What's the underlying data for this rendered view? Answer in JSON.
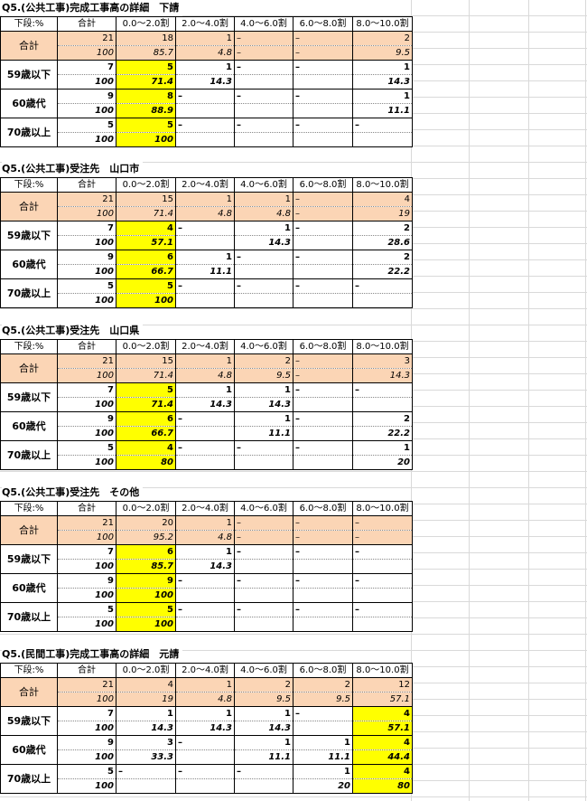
{
  "header": {
    "corner": "下段:%",
    "total": "合計",
    "ranges": [
      "0.0〜2.0割",
      "2.0〜4.0割",
      "4.0〜6.0割",
      "6.0〜8.0割",
      "8.0〜10.0割"
    ]
  },
  "sections": [
    {
      "title": "Q5.(公共工事)完成工事高の詳細　下請",
      "rows": [
        {
          "label": "合計",
          "total": [
            "21",
            "100"
          ],
          "cells": [
            [
              "18",
              "85.7"
            ],
            [
              "1",
              "4.8"
            ],
            [
              "–",
              "–"
            ],
            [
              "–",
              "–"
            ],
            [
              "2",
              "9.5"
            ]
          ]
        },
        {
          "label": "59歳以下",
          "total": [
            "7",
            "100"
          ],
          "cells": [
            [
              "5",
              "71.4"
            ],
            [
              "1",
              "14.3"
            ],
            [
              "–",
              ""
            ],
            [
              "–",
              ""
            ],
            [
              "1",
              "14.3"
            ]
          ]
        },
        {
          "label": "60歳代",
          "total": [
            "9",
            "100"
          ],
          "cells": [
            [
              "8",
              "88.9"
            ],
            [
              "–",
              ""
            ],
            [
              "–",
              ""
            ],
            [
              "–",
              ""
            ],
            [
              "1",
              "11.1"
            ]
          ]
        },
        {
          "label": "70歳以上",
          "total": [
            "5",
            "100"
          ],
          "cells": [
            [
              "5",
              "100"
            ],
            [
              "–",
              ""
            ],
            [
              "–",
              ""
            ],
            [
              "–",
              ""
            ],
            [
              "–",
              ""
            ]
          ]
        }
      ]
    },
    {
      "title": "Q5.(公共工事)受注先　山口市",
      "rows": [
        {
          "label": "合計",
          "total": [
            "21",
            "100"
          ],
          "cells": [
            [
              "15",
              "71.4"
            ],
            [
              "1",
              "4.8"
            ],
            [
              "1",
              "4.8"
            ],
            [
              "–",
              "–"
            ],
            [
              "4",
              "19"
            ]
          ]
        },
        {
          "label": "59歳以下",
          "total": [
            "7",
            "100"
          ],
          "cells": [
            [
              "4",
              "57.1"
            ],
            [
              "–",
              ""
            ],
            [
              "1",
              "14.3"
            ],
            [
              "–",
              ""
            ],
            [
              "2",
              "28.6"
            ]
          ]
        },
        {
          "label": "60歳代",
          "total": [
            "9",
            "100"
          ],
          "cells": [
            [
              "6",
              "66.7"
            ],
            [
              "1",
              "11.1"
            ],
            [
              "–",
              ""
            ],
            [
              "–",
              ""
            ],
            [
              "2",
              "22.2"
            ]
          ]
        },
        {
          "label": "70歳以上",
          "total": [
            "5",
            "100"
          ],
          "cells": [
            [
              "5",
              "100"
            ],
            [
              "–",
              ""
            ],
            [
              "–",
              ""
            ],
            [
              "–",
              ""
            ],
            [
              "–",
              ""
            ]
          ]
        }
      ]
    },
    {
      "title": "Q5.(公共工事)受注先　山口県",
      "rows": [
        {
          "label": "合計",
          "total": [
            "21",
            "100"
          ],
          "cells": [
            [
              "15",
              "71.4"
            ],
            [
              "1",
              "4.8"
            ],
            [
              "2",
              "9.5"
            ],
            [
              "–",
              "–"
            ],
            [
              "3",
              "14.3"
            ]
          ]
        },
        {
          "label": "59歳以下",
          "total": [
            "7",
            "100"
          ],
          "cells": [
            [
              "5",
              "71.4"
            ],
            [
              "1",
              "14.3"
            ],
            [
              "1",
              "14.3"
            ],
            [
              "–",
              ""
            ],
            [
              "–",
              ""
            ]
          ]
        },
        {
          "label": "60歳代",
          "total": [
            "9",
            "100"
          ],
          "cells": [
            [
              "6",
              "66.7"
            ],
            [
              "–",
              ""
            ],
            [
              "1",
              "11.1"
            ],
            [
              "–",
              ""
            ],
            [
              "2",
              "22.2"
            ]
          ]
        },
        {
          "label": "70歳以上",
          "total": [
            "5",
            "100"
          ],
          "cells": [
            [
              "4",
              "80"
            ],
            [
              "–",
              ""
            ],
            [
              "–",
              ""
            ],
            [
              "–",
              ""
            ],
            [
              "1",
              "20"
            ]
          ]
        }
      ]
    },
    {
      "title": "Q5.(公共工事)受注先　その他",
      "rows": [
        {
          "label": "合計",
          "total": [
            "21",
            "100"
          ],
          "cells": [
            [
              "20",
              "95.2"
            ],
            [
              "1",
              "4.8"
            ],
            [
              "–",
              "–"
            ],
            [
              "–",
              "–"
            ],
            [
              "–",
              "–"
            ]
          ]
        },
        {
          "label": "59歳以下",
          "total": [
            "7",
            "100"
          ],
          "cells": [
            [
              "6",
              "85.7"
            ],
            [
              "1",
              "14.3"
            ],
            [
              "–",
              ""
            ],
            [
              "–",
              ""
            ],
            [
              "–",
              ""
            ]
          ]
        },
        {
          "label": "60歳代",
          "total": [
            "9",
            "100"
          ],
          "cells": [
            [
              "9",
              "100"
            ],
            [
              "–",
              ""
            ],
            [
              "–",
              ""
            ],
            [
              "–",
              ""
            ],
            [
              "–",
              ""
            ]
          ]
        },
        {
          "label": "70歳以上",
          "total": [
            "5",
            "100"
          ],
          "cells": [
            [
              "5",
              "100"
            ],
            [
              "–",
              ""
            ],
            [
              "–",
              ""
            ],
            [
              "–",
              ""
            ],
            [
              "–",
              ""
            ]
          ]
        }
      ]
    },
    {
      "title": "Q5.(民間工事)完成工事高の詳細　元請",
      "rows": [
        {
          "label": "合計",
          "total": [
            "21",
            "100"
          ],
          "cells": [
            [
              "4",
              "19"
            ],
            [
              "1",
              "4.8"
            ],
            [
              "2",
              "9.5"
            ],
            [
              "2",
              "9.5"
            ],
            [
              "12",
              "57.1"
            ]
          ]
        },
        {
          "label": "59歳以下",
          "total": [
            "7",
            "100"
          ],
          "cells": [
            [
              "1",
              "14.3"
            ],
            [
              "1",
              "14.3"
            ],
            [
              "1",
              "14.3"
            ],
            [
              "–",
              ""
            ],
            [
              "4",
              "57.1"
            ]
          ]
        },
        {
          "label": "60歳代",
          "total": [
            "9",
            "100"
          ],
          "cells": [
            [
              "3",
              "33.3"
            ],
            [
              "–",
              ""
            ],
            [
              "1",
              "11.1"
            ],
            [
              "1",
              "11.1"
            ],
            [
              "4",
              "44.4"
            ]
          ]
        },
        {
          "label": "70歳以上",
          "total": [
            "5",
            "100"
          ],
          "cells": [
            [
              "–",
              ""
            ],
            [
              "–",
              ""
            ],
            [
              "–",
              ""
            ],
            [
              "1",
              "20"
            ],
            [
              "4",
              "80"
            ]
          ]
        }
      ]
    }
  ],
  "highlight": {
    "pink": "#fbd5b5",
    "yellow": "#ffff00"
  },
  "yellow_cells": [
    [
      [
        1,
        0
      ],
      [
        2,
        0
      ],
      [
        3,
        0
      ]
    ],
    [
      [
        1,
        0
      ],
      [
        2,
        0
      ],
      [
        3,
        0
      ]
    ],
    [
      [
        1,
        0
      ],
      [
        2,
        0
      ],
      [
        3,
        0
      ]
    ],
    [
      [
        1,
        0
      ],
      [
        2,
        0
      ],
      [
        3,
        0
      ]
    ],
    [
      [
        1,
        4
      ],
      [
        2,
        4
      ],
      [
        3,
        4
      ]
    ]
  ]
}
